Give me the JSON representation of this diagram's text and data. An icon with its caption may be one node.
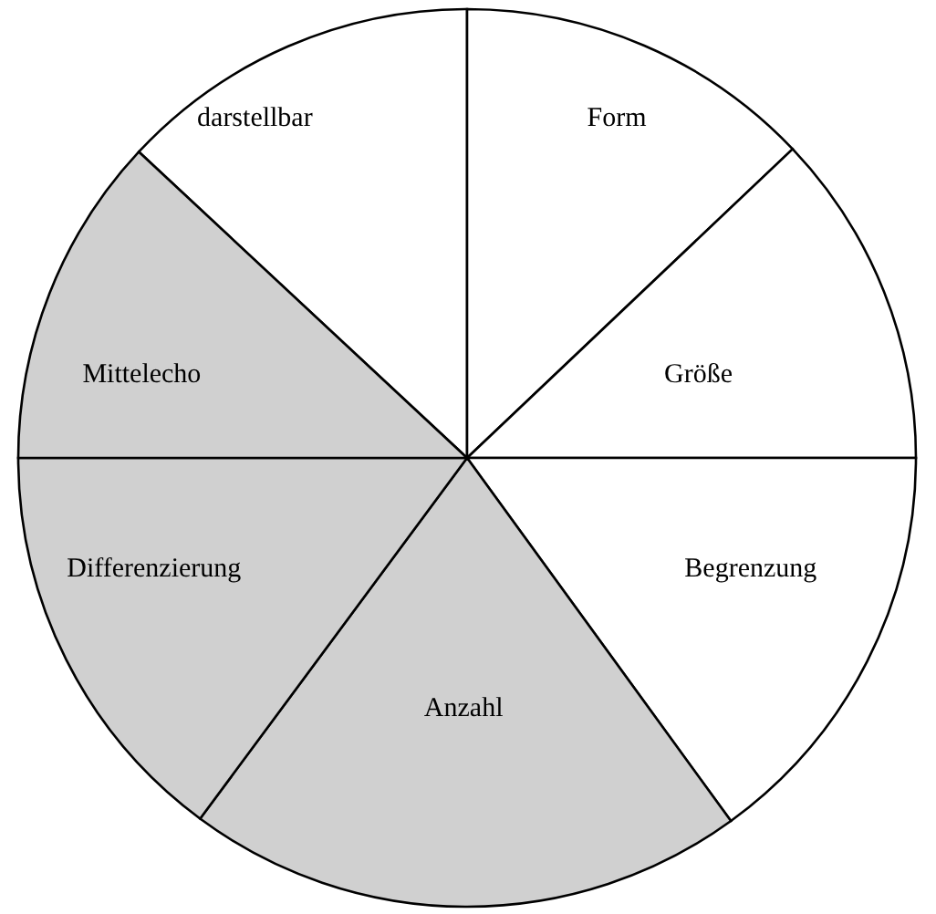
{
  "diagram": {
    "nodes": [
      {
        "text": [
          "darstellbar"
        ]
      },
      {
        "text": [
          "Form"
        ]
      },
      {
        "text": [
          "Größe"
        ]
      },
      {
        "text": [
          "Begrenzung"
        ]
      },
      {
        "text": [
          "Anzahl"
        ]
      },
      {
        "text": [
          "Differenzierung"
        ]
      },
      {
        "text": [
          "Mittelecho"
        ]
      }
    ]
  }
}
